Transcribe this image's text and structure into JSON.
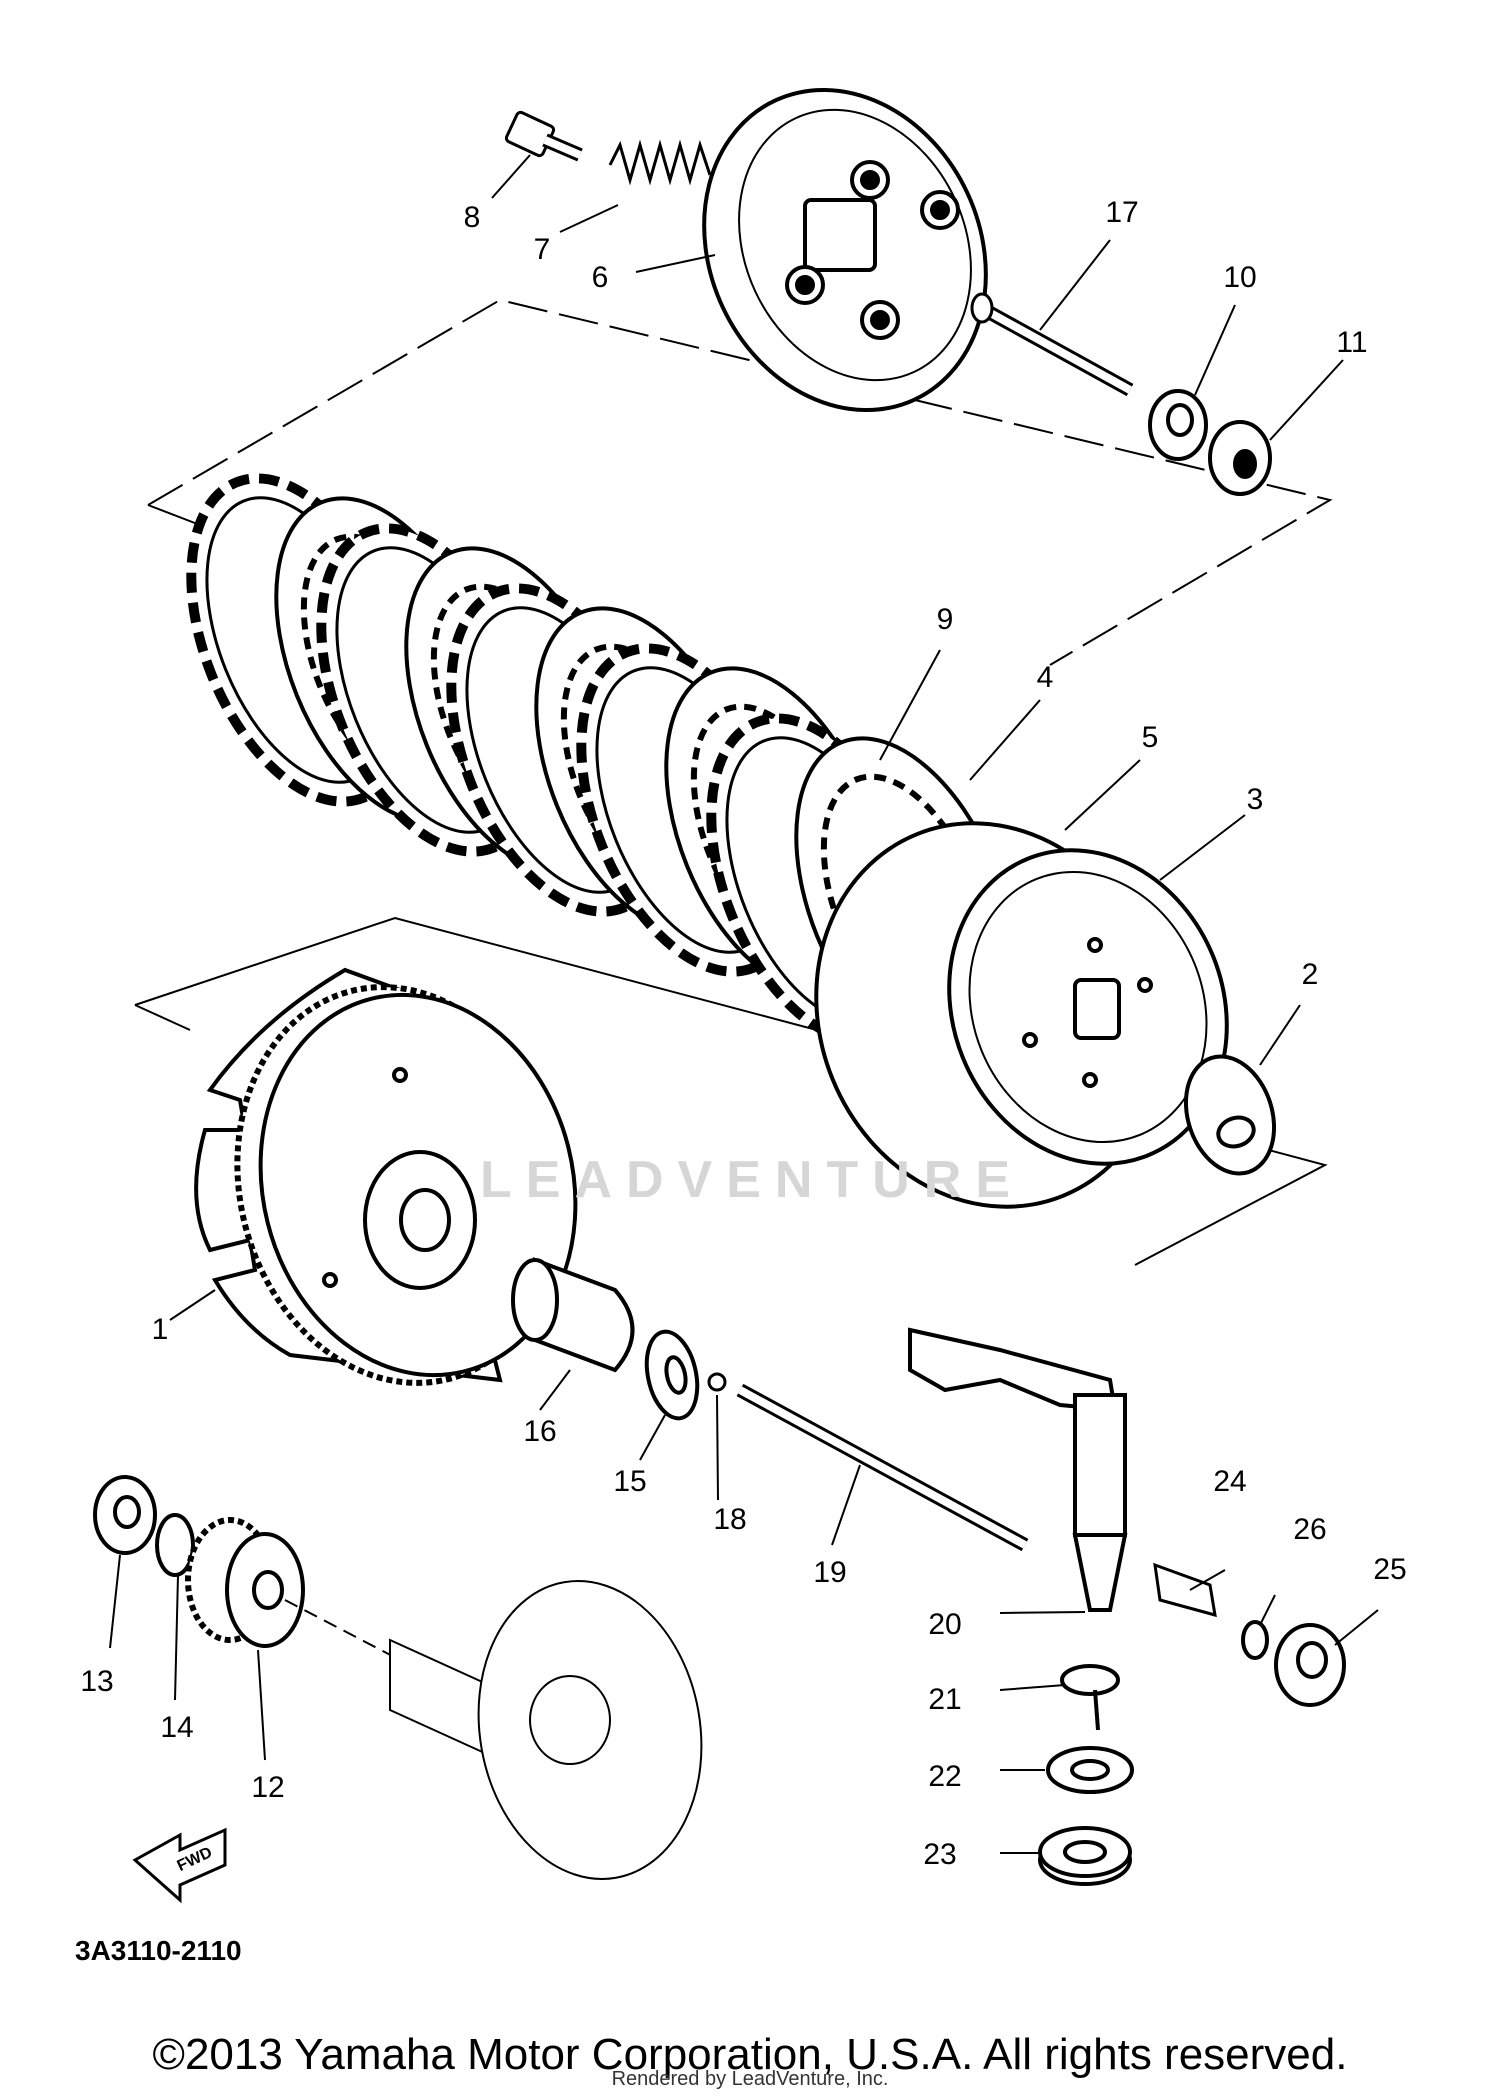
{
  "watermark": "LEADVENTURE",
  "diagram_code": "3A3110-2110",
  "fwd_label": "FWD",
  "labels": [
    "1",
    "2",
    "3",
    "4",
    "5",
    "6",
    "7",
    "8",
    "9",
    "10",
    "11",
    "12",
    "13",
    "14",
    "15",
    "16",
    "17",
    "18",
    "19",
    "20",
    "21",
    "22",
    "23",
    "24",
    "25",
    "26"
  ],
  "copyright": "©2013 Yamaha Motor Corporation, U.S.A. All rights reserved.",
  "rendered_by": "Rendered by LeadVenture, Inc."
}
